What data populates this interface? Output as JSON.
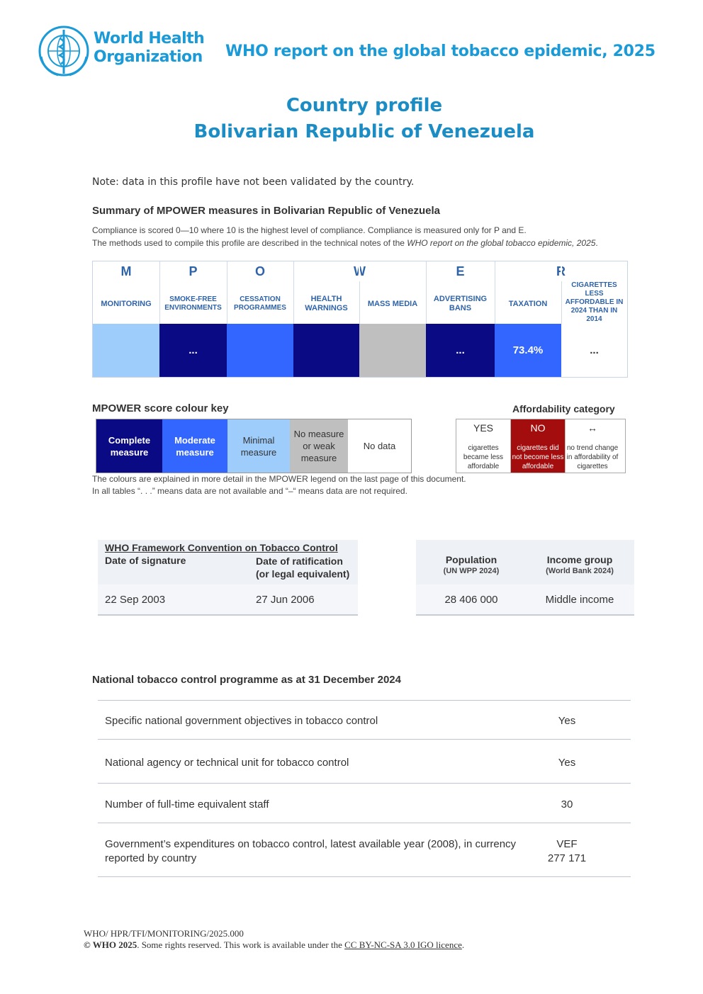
{
  "header": {
    "org_line1": "World Health",
    "org_line2": "Organization",
    "report_title": "WHO report on the global tobacco epidemic, 2025"
  },
  "title": {
    "line1": "Country profile",
    "line2": "Bolivarian Republic of Venezuela"
  },
  "note": "Note: data in this profile have not been validated by the country.",
  "summary": {
    "heading": "Summary of MPOWER measures in Bolivarian Republic of Venezuela",
    "line1": "Compliance is scored 0—10 where 10 is the highest level of compliance. Compliance is measured only for P and E.",
    "line2_prefix": "The methods used to compile this profile are described in the technical notes of the ",
    "line2_italic": "WHO report on the global tobacco epidemic, 2025",
    "line2_suffix": "."
  },
  "mpower": {
    "letters": [
      "M",
      "P",
      "O",
      "W",
      "E",
      "R"
    ],
    "columns": [
      {
        "label": "MONITORING",
        "value": "",
        "color": "#9ecdfc",
        "text_color": "#ffffff"
      },
      {
        "label": "SMOKE-FREE ENVIRONMENTS",
        "value": "...",
        "color": "#0a0a85",
        "text_color": "#ffffff"
      },
      {
        "label": "CESSATION PROGRAMMES",
        "value": "",
        "color": "#3366ff",
        "text_color": "#ffffff"
      },
      {
        "label": "HEALTH WARNINGS",
        "value": "",
        "color": "#0a0a85",
        "text_color": "#ffffff"
      },
      {
        "label": "MASS MEDIA",
        "value": "",
        "color": "#bfbfbf",
        "text_color": "#ffffff"
      },
      {
        "label": "ADVERTISING BANS",
        "value": "...",
        "color": "#0a0a85",
        "text_color": "#ffffff"
      },
      {
        "label": "TAXATION",
        "value": "73.4%",
        "color": "#3366ff",
        "text_color": "#ffffff"
      },
      {
        "label": "CIGARETTES LESS AFFORDABLE IN 2024 THAN IN 2014",
        "value": "...",
        "color": "#ffffff",
        "text_color": "#333333"
      }
    ]
  },
  "colour_key": {
    "heading": "MPOWER score colour key",
    "items": [
      {
        "label": "Complete measure",
        "color": "#0a0a85",
        "text_color": "#ffffff"
      },
      {
        "label": "Moderate measure",
        "color": "#3366ff",
        "text_color": "#ffffff"
      },
      {
        "label": "Minimal measure",
        "color": "#9ecdfc",
        "text_color": "#333333"
      },
      {
        "label": "No measure or weak measure",
        "color": "#bfbfbf",
        "text_color": "#333333"
      },
      {
        "label": "No data",
        "color": "#ffffff",
        "text_color": "#333333"
      }
    ],
    "explain1": "The colours are explained in more detail in the MPOWER legend on the last page of this document.",
    "explain2": "In all tables “. . .” means data are not available and “–“ means data are not required."
  },
  "affordability": {
    "heading": "Affordability category",
    "items": [
      {
        "head": "YES",
        "text": "cigarettes became less affordable",
        "color": "#ffffff",
        "text_color": "#333333"
      },
      {
        "head": "NO",
        "text": "cigarettes did not become less affordable",
        "color": "#a30d0d",
        "text_color": "#ffffff"
      },
      {
        "head": "↔",
        "text": "no trend change in affordability of cigarettes",
        "color": "#ffffff",
        "text_color": "#333333"
      }
    ]
  },
  "fctc": {
    "title": "WHO Framework Convention on Tobacco Control",
    "col1_header": "Date of signature",
    "col2_header_line1": "Date of ratification",
    "col2_header_line2": "(or legal equivalent)",
    "signature": "22 Sep 2003",
    "ratification": "27 Jun 2006"
  },
  "population": {
    "pop_header": "Population",
    "pop_source": "(UN WPP 2024)",
    "income_header": "Income group",
    "income_source": "(World Bank 2024)",
    "pop_value": "28 406 000",
    "income_value": "Middle income"
  },
  "ntcp": {
    "heading": "National tobacco control programme as at 31 December 2024",
    "rows": [
      {
        "q": "Specific national government objectives in tobacco control",
        "a": "Yes"
      },
      {
        "q": "National agency or technical unit for tobacco control",
        "a": "Yes"
      },
      {
        "q": "Number of full-time equivalent staff",
        "a": "30"
      },
      {
        "q1": "Government’s expenditures on tobacco control, latest available year (2008), in currency",
        "q2": "reported by country",
        "a1": "VEF",
        "a2": "277 171"
      }
    ]
  },
  "footer": {
    "code": "WHO/ HPR/TFI/MONITORING/2025.000",
    "copyright_bold": "© WHO 2025",
    "copyright_text": ". Some rights reserved. This work is available under the ",
    "licence": "CC BY-NC-SA 3.0 IGO licence",
    "end": "."
  }
}
